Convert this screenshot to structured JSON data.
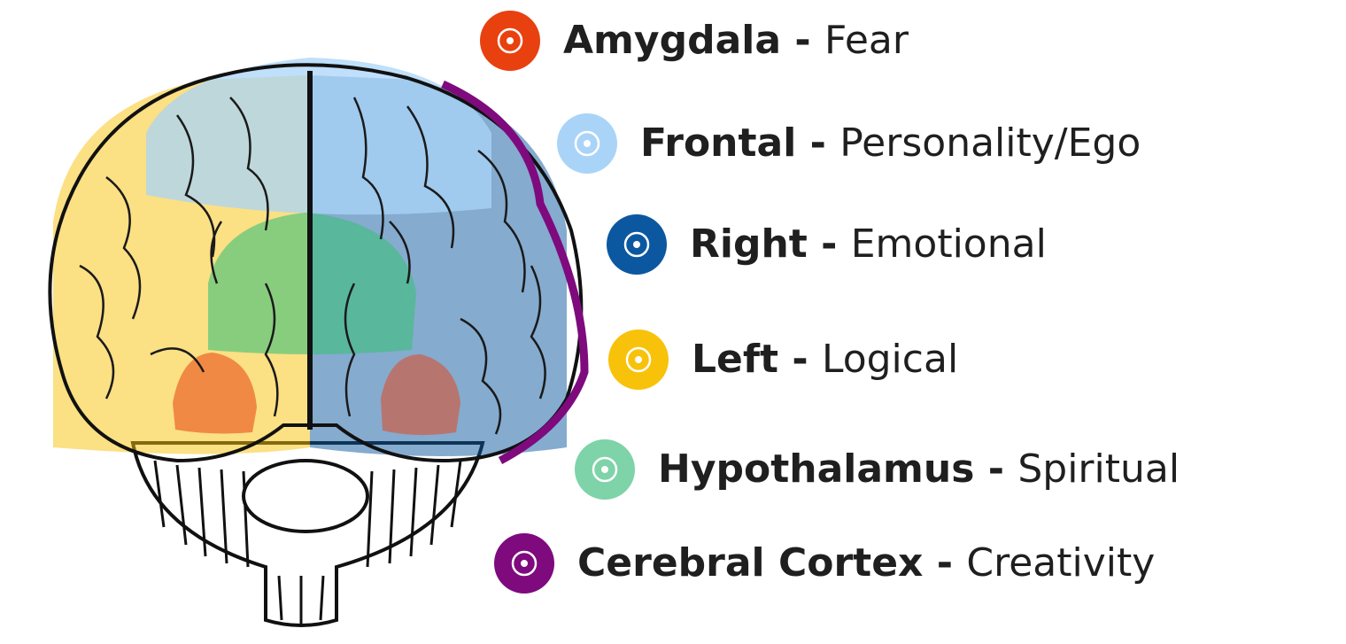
{
  "legend": [
    {
      "region": "Amygdala",
      "sep": " - ",
      "trait": "Fear",
      "color": "#E8410F"
    },
    {
      "region": "Frontal",
      "sep": " - ",
      "trait": "Personality/Ego",
      "color": "#A9D4F8"
    },
    {
      "region": "Right",
      "sep": " - ",
      "trait": "Emotional",
      "color": "#0B58A0"
    },
    {
      "region": "Left",
      "sep": " - ",
      "trait": "Logical",
      "color": "#F8C20A"
    },
    {
      "region": "Hypothalamus",
      "sep": " - ",
      "trait": "Spiritual",
      "color": "#7ED3A8"
    },
    {
      "region": "Cerebral Cortex",
      "sep": " - ",
      "trait": "Creativity",
      "color": "#7E0A7E"
    }
  ],
  "icon": "target-dot-icon"
}
